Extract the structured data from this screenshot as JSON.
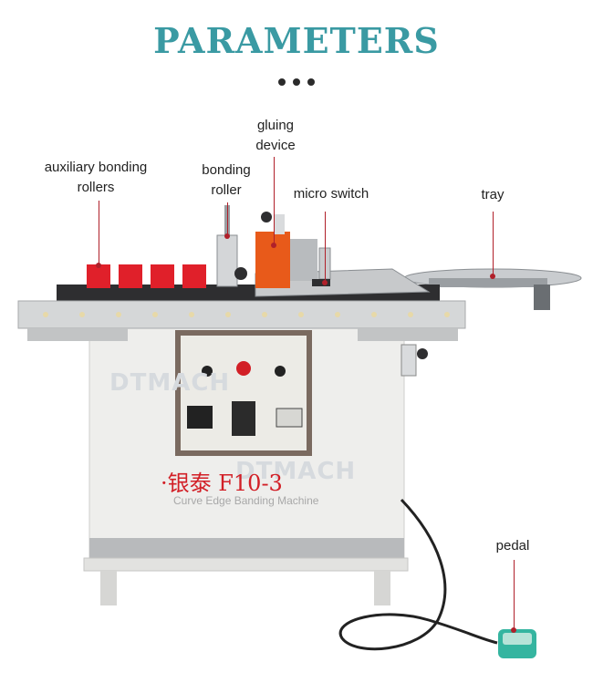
{
  "header": {
    "title": "PARAMETERS"
  },
  "labels": {
    "aux_rollers": "auxiliary bonding\nrollers",
    "bonding_roller": "bonding\nroller",
    "gluing_device": "gluing\ndevice",
    "micro_switch": "micro switch",
    "tray": "tray",
    "pedal": "pedal"
  },
  "machine": {
    "brand_watermark": "DTMACH",
    "model_cn": "·银泰 F10-3",
    "model_en": "Curve Edge Banding Machine"
  },
  "colors": {
    "title": "#3a9aa3",
    "leader": "#b0202a",
    "roller": "#e0202a",
    "panel": "#7a6a60",
    "pedal": "#35b5a0"
  }
}
